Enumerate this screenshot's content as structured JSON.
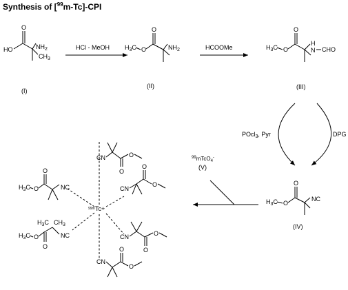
{
  "title": {
    "prefix": "Synthesis of [",
    "isotope": "99",
    "suffix": "m-Tc]-CPI"
  },
  "compounds": {
    "I": {
      "label": "(I)"
    },
    "II": {
      "label": "(II)"
    },
    "III": {
      "label": "(III)"
    },
    "IV": {
      "label": "(IV)"
    },
    "V": {
      "label": "(V)"
    }
  },
  "reagents": {
    "step1": "HCl - MeOH",
    "step2": "HCOOMe",
    "step3a": "POcl",
    "step3a_sub": "3",
    "step3a_tail": ", Pyr",
    "step3b": "DPG",
    "step4_iso": "99",
    "step4_main": "mTcO",
    "step4_sub": "4",
    "step4_sup": "-"
  },
  "atoms": {
    "HO": "HO",
    "NH2": "NH",
    "sub2": "2",
    "CH3": "CH",
    "sub3": "3",
    "H3C": "H",
    "O": "O",
    "O_minus": "O",
    "NH": "N",
    "H": "H",
    "CHO": "CHO",
    "NC": "NC",
    "CN": "CN",
    "metal_iso": "99m",
    "metal": "Tc+"
  }
}
